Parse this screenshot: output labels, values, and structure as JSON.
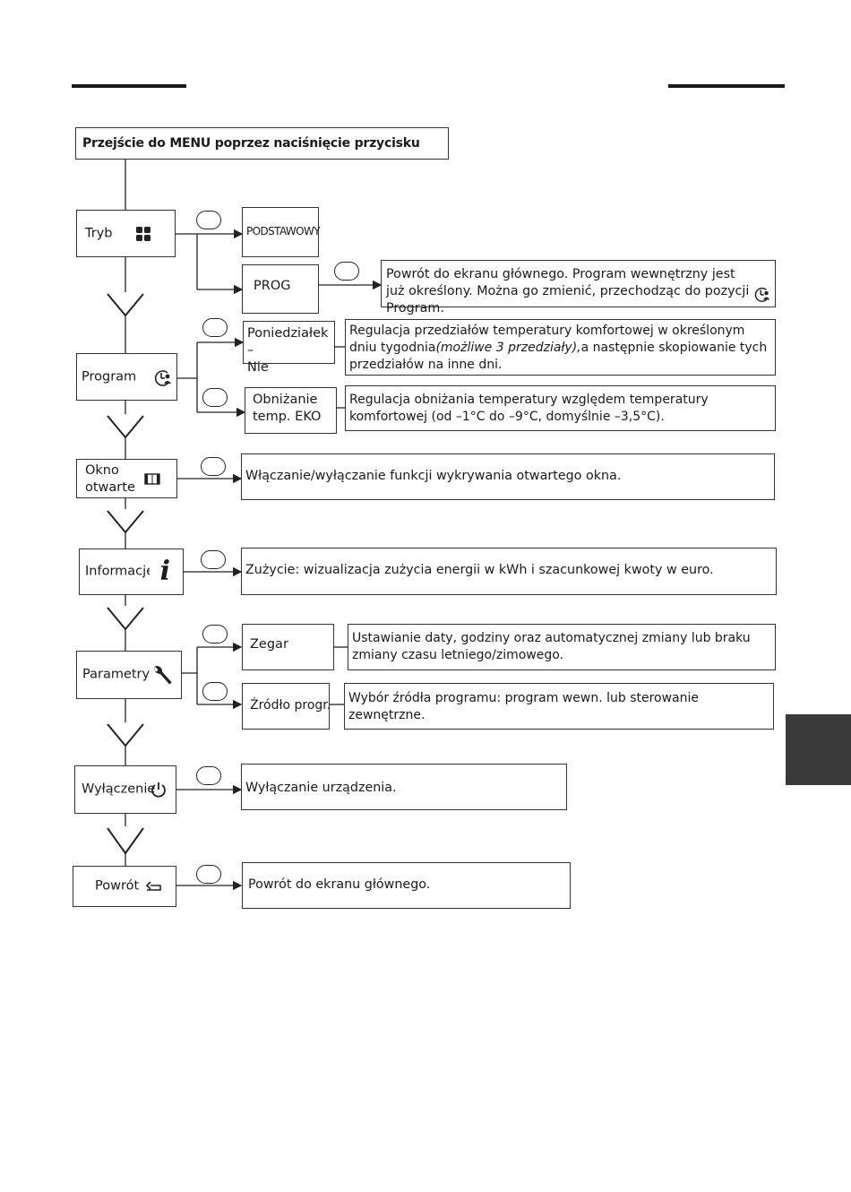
{
  "header": {
    "menu_entry": "Przejście do MENU poprzez naciśnięcie przycisku"
  },
  "menu": {
    "tryb": "Tryb",
    "program": "Program",
    "okno_line1": "Okno",
    "okno_line2": "otwarte",
    "informacje": "Informacje",
    "parametry": "Parametry",
    "wylaczenie": "Wyłączenie",
    "powrot": "Powrót"
  },
  "options": {
    "podstawowy": "PODSTAWOWY",
    "prog": "PROG",
    "poniedzialek_line1": "Poniedziałek –",
    "poniedzialek_line2": "Nie",
    "obnizanie_line1": "Obniżanie",
    "obnizanie_line2": "temp. EKO",
    "zegar": "Zegar",
    "zrodlo": "Źródło progr."
  },
  "descriptions": {
    "prog": "Powrót do ekranu głównego. Program wewnętrzny jest już określony. Można go zmienić, przechodząc do pozycji Program.",
    "poniedzialek_a": "Regulacja przedziałów temperatury komfortowej w określonym dniu tygodnia",
    "poniedzialek_b": "(możliwe 3 przedziały),",
    "poniedzialek_c": "a następnie skopiowanie tych przedziałów na inne dni.",
    "obnizanie": "Regulacja obniżania temperatury względem temperatury komfortowej (od –1°C do –9°C, domyślnie –3,5°C).",
    "okno": "Włączanie/wyłączanie funkcji wykrywania otwartego okna.",
    "informacje": "Zużycie: wizualizacja zużycia energii w kWh i szacunkowej kwoty w euro.",
    "zegar": "Ustawianie daty, godziny oraz automatycznej zmiany lub braku zmiany czasu letniego/zimowego.",
    "zrodlo": "Wybór źródła programu: program wewn. lub sterowanie zewnętrzne.",
    "wylaczenie": "Wyłączanie urządzenia.",
    "powrot": "Powrót do ekranu głównego."
  },
  "icons": {
    "button": "oval-button-icon",
    "tryb": "four-squares-icon",
    "program": "clock-person-icon",
    "okno": "window-icon",
    "informacje": "info-icon",
    "parametry": "wrench-icon",
    "wylaczenie": "power-icon",
    "powrot": "return-arrow-icon"
  },
  "colors": {
    "ink": "#1a1a1a",
    "tab": "#3a3a3a"
  }
}
